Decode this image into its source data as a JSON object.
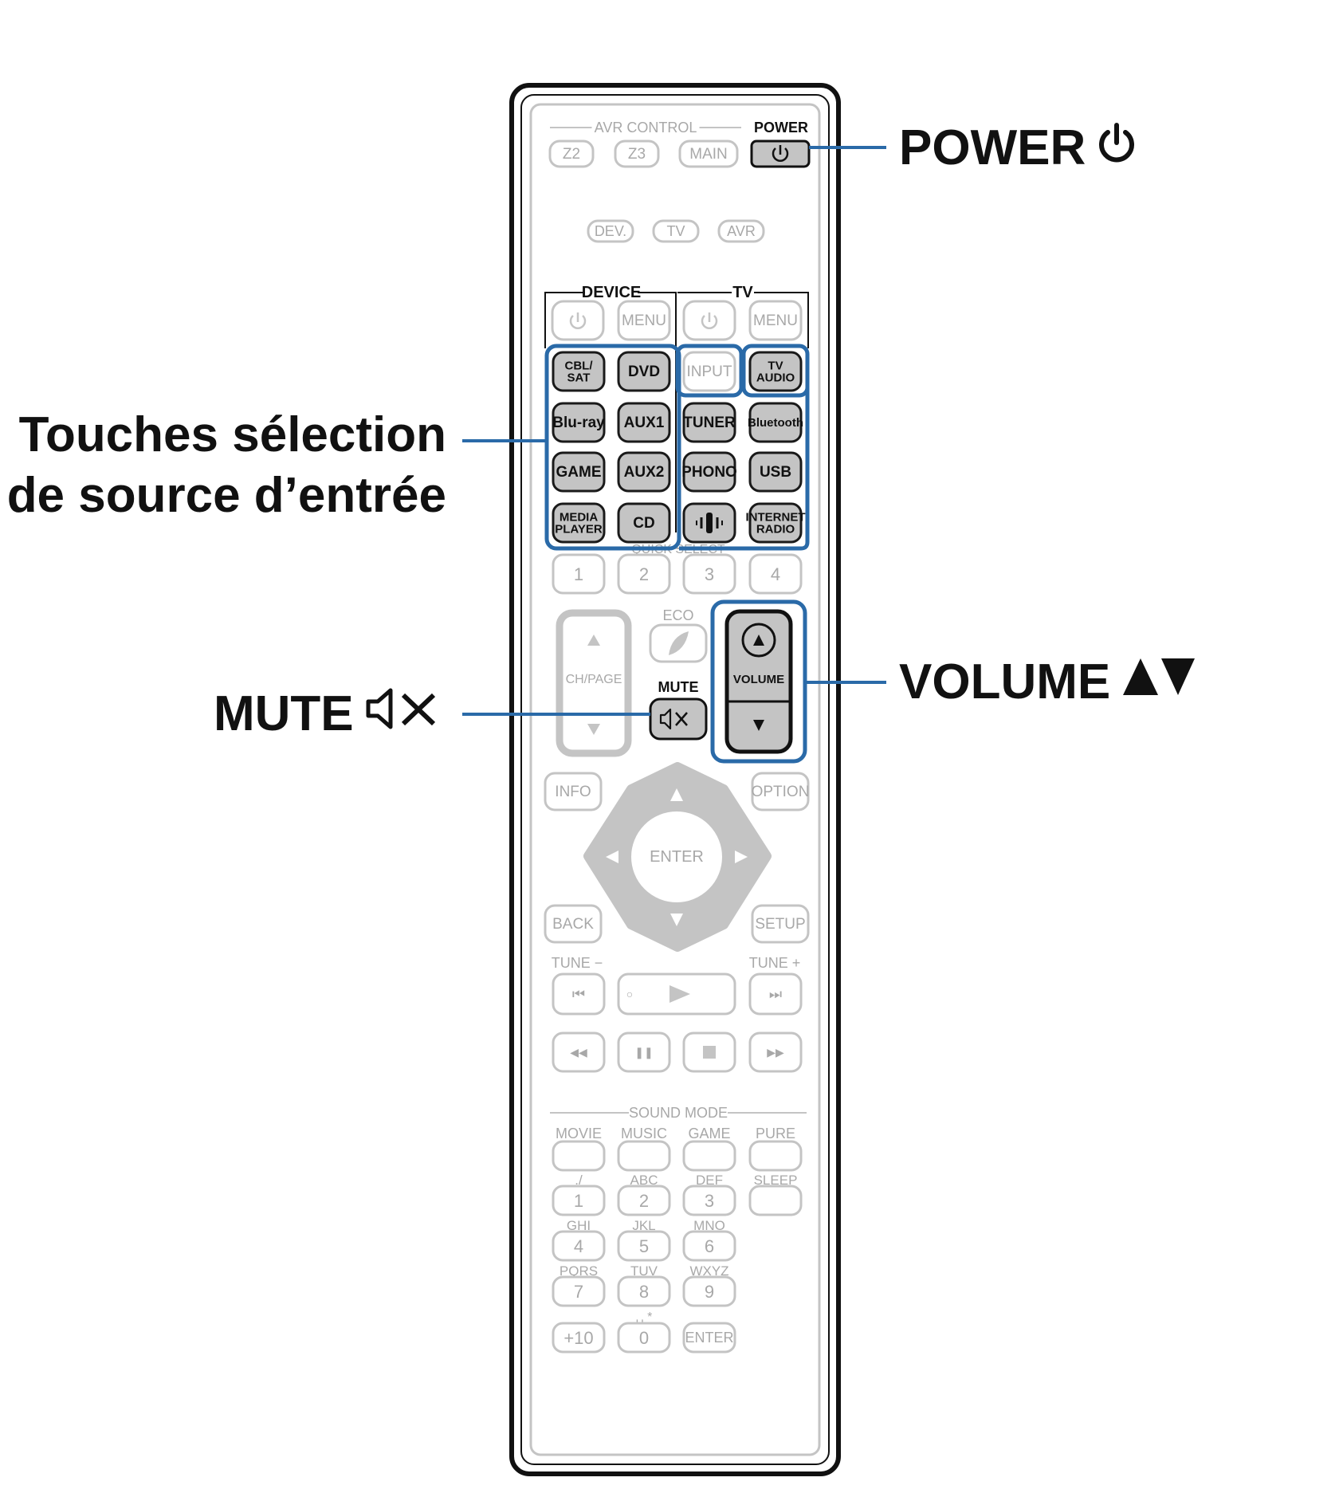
{
  "colors": {
    "highlight": "#2a6aa8",
    "active_key_fill": "#c4c4c4",
    "active_key_stroke": "#1a1a1a",
    "faded": "#c4c4c4",
    "faded_text": "#a8a8a8",
    "body_outline": "#111111"
  },
  "callouts": {
    "power": {
      "label": "POWER",
      "icon": "power-icon"
    },
    "source": {
      "line1": "Touches sélection",
      "line2": "de source d’entrée"
    },
    "mute": {
      "label": "MUTE",
      "icon": "speaker-mute-icon"
    },
    "volume": {
      "label": "VOLUME",
      "icon": "up-down-triangles-icon"
    }
  },
  "remote": {
    "avr_control": {
      "heading": "AVR CONTROL",
      "power_label": "POWER",
      "zones": [
        "Z2",
        "Z3",
        "MAIN"
      ]
    },
    "modes": [
      "DEV.",
      "TV",
      "AVR"
    ],
    "device": {
      "heading": "DEVICE",
      "menu": "MENU"
    },
    "tv": {
      "heading": "TV",
      "menu": "MENU",
      "input": "INPUT"
    },
    "sources": [
      [
        "CBL/\nSAT",
        "DVD",
        "",
        "TV\nAUDIO"
      ],
      [
        "Blu-ray",
        "AUX1",
        "TUNER",
        "Bluetooth"
      ],
      [
        "GAME",
        "AUX2",
        "PHONO",
        "USB"
      ],
      [
        "MEDIA\nPLAYER",
        "CD",
        "",
        "INTERNET\nRADIO"
      ]
    ],
    "quick_select": {
      "heading": "QUICK SELECT",
      "keys": [
        "1",
        "2",
        "3",
        "4"
      ]
    },
    "ch_page": "CH/PAGE",
    "eco": "ECO",
    "mute": "MUTE",
    "volume": "VOLUME",
    "info": "INFO",
    "option": "OPTION",
    "enter": "ENTER",
    "back": "BACK",
    "setup": "SETUP",
    "tune_minus": "TUNE −",
    "tune_plus": "TUNE +",
    "sound_mode": {
      "heading": "SOUND MODE",
      "keys": [
        "MOVIE",
        "MUSIC",
        "GAME",
        "PURE"
      ]
    },
    "keypad": [
      {
        "letters": "./",
        "digit": "1"
      },
      {
        "letters": "ABC",
        "digit": "2"
      },
      {
        "letters": "DEF",
        "digit": "3"
      },
      {
        "letters": "SLEEP",
        "digit": ""
      },
      {
        "letters": "GHI",
        "digit": "4"
      },
      {
        "letters": "JKL",
        "digit": "5"
      },
      {
        "letters": "MNO",
        "digit": "6"
      },
      {
        "letters": "PQRS",
        "digit": "7"
      },
      {
        "letters": "TUV",
        "digit": "8"
      },
      {
        "letters": "WXYZ",
        "digit": "9"
      }
    ],
    "bottom_row": [
      "+10",
      "0",
      "ENTER"
    ],
    "space_symbol": "␣ *"
  }
}
